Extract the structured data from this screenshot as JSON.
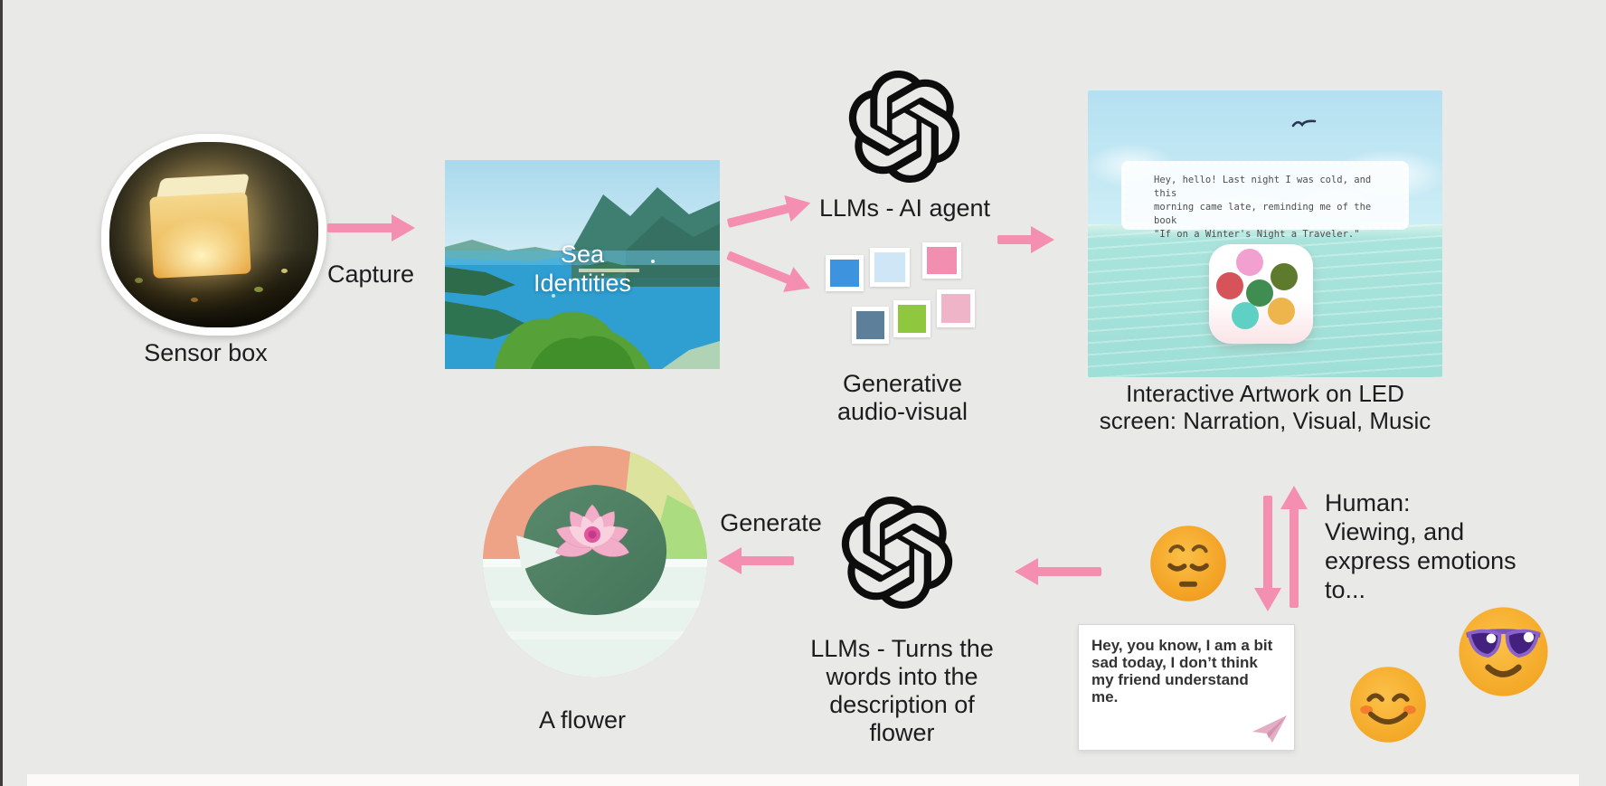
{
  "colors": {
    "background": "#e9e9e7",
    "arrow": "#f48fb1"
  },
  "sensor": {
    "label": "Sensor box"
  },
  "capture": {
    "label": "Capture"
  },
  "sea": {
    "line1": "Sea",
    "line2": "Identities"
  },
  "llm_top": {
    "label": "LLMs - AI agent"
  },
  "generative": {
    "line1": "Generative",
    "line2": "audio-visual",
    "squares": [
      {
        "name": "blue",
        "color": "#3d93dd"
      },
      {
        "name": "light-blue",
        "color": "#cfe6f6"
      },
      {
        "name": "pink",
        "color": "#f28fb0"
      },
      {
        "name": "slate",
        "color": "#5d7f99"
      },
      {
        "name": "green",
        "color": "#8fc83f"
      },
      {
        "name": "light-pink",
        "color": "#f0b4c8"
      }
    ]
  },
  "led": {
    "note": {
      "line1": "Hey, hello! Last night I was cold, and this",
      "line2": "morning came late, reminding me of the book",
      "line3": "\"If on a Winter's Night a Traveler.\""
    },
    "buttons": [
      {
        "name": "pink",
        "color": "#f2a0d0"
      },
      {
        "name": "red",
        "color": "#d6535a"
      },
      {
        "name": "olive",
        "color": "#5d7a2d"
      },
      {
        "name": "green",
        "color": "#3f8d51"
      },
      {
        "name": "teal",
        "color": "#5ed0c4"
      },
      {
        "name": "yellow",
        "color": "#edb54b"
      }
    ],
    "caption_line1": "Interactive Artwork on LED",
    "caption_line2": "screen: Narration, Visual, Music"
  },
  "human": {
    "line1": "Human:",
    "line2": "Viewing, and",
    "line3": "express emotions",
    "line4": "to..."
  },
  "chat": {
    "line1": "Hey, you know, I am a bit",
    "line2": "sad today, I don’t think",
    "line3": "my friend understand",
    "line4": "me."
  },
  "llm_bottom": {
    "line1": "LLMs - Turns the",
    "line2": "words into the",
    "line3": "description of",
    "line4": "flower"
  },
  "generate": {
    "label": "Generate"
  },
  "flower": {
    "label": "A flower"
  }
}
